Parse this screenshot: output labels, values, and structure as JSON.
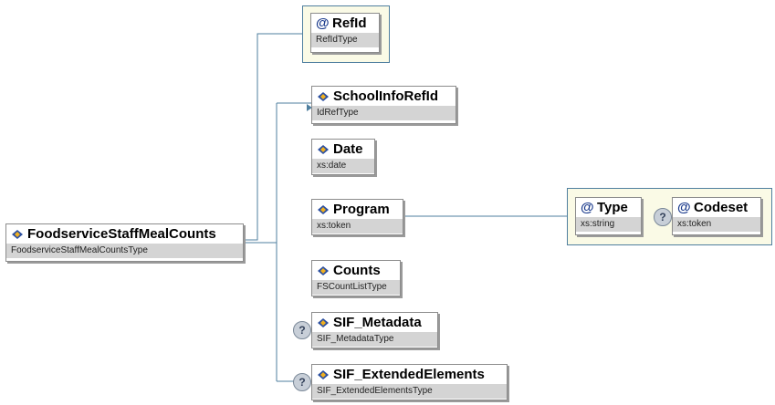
{
  "diagram": {
    "root": {
      "name": "FoodserviceStaffMealCounts",
      "type": "FoodserviceStaffMealCountsType"
    },
    "attributes": [
      {
        "name": "RefId",
        "type": "RefIdType"
      }
    ],
    "children": [
      {
        "name": "SchoolInfoRefId",
        "type": "IdRefType"
      },
      {
        "name": "Date",
        "type": "xs:date"
      },
      {
        "name": "Program",
        "type": "xs:token"
      },
      {
        "name": "Counts",
        "type": "FSCountListType"
      },
      {
        "name": "SIF_Metadata",
        "type": "SIF_MetadataType",
        "optional_marker": "?"
      },
      {
        "name": "SIF_ExtendedElements",
        "type": "SIF_ExtendedElementsType",
        "optional_marker": "?"
      }
    ],
    "program_attributes": [
      {
        "name": "Type",
        "type": "xs:string"
      },
      {
        "name": "Codeset",
        "type": "xs:token",
        "optional_marker": "?"
      }
    ],
    "icons": {
      "element": "element-icon",
      "attribute": "attribute-icon",
      "optional": "optional-icon"
    },
    "colors": {
      "connector": "#4f7f9f",
      "group_fill": "#fafae6",
      "type_band": "#d4d4d4"
    }
  }
}
